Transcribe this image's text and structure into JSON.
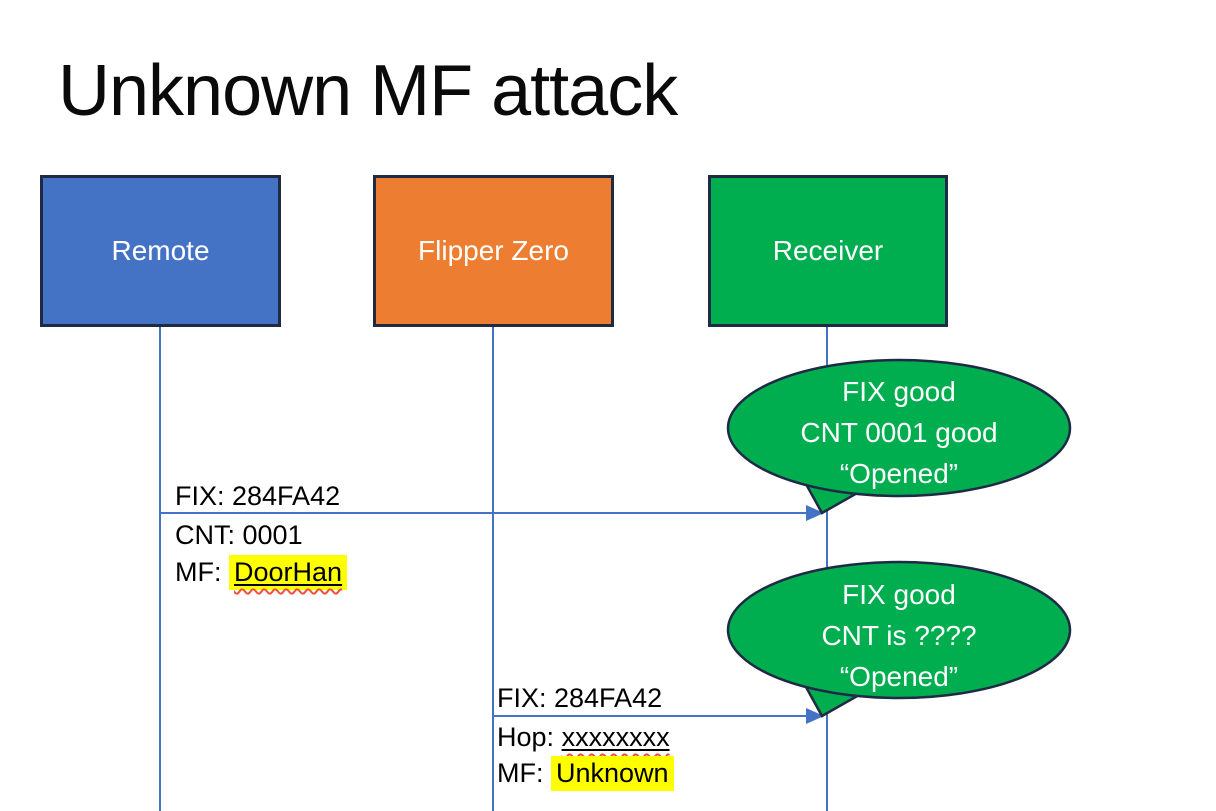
{
  "slide": {
    "title": "Unknown MF attack"
  },
  "actors": [
    {
      "label": "Remote"
    },
    {
      "label": "Flipper Zero"
    },
    {
      "label": "Receiver"
    }
  ],
  "messages": [
    {
      "fix_label": "FIX: 284FA42",
      "line2_label": "CNT:",
      "line2_value": "0001",
      "line3_label": "MF:",
      "line3_value": "DoorHan"
    },
    {
      "fix_label": "FIX: 284FA42",
      "line2_label": "Hop:",
      "line2_value": "xxxxxxxx",
      "line3_label": "MF:",
      "line3_value": "Unknown"
    }
  ],
  "callouts": [
    {
      "line1": "FIX good",
      "line2": "CNT 0001 good",
      "line3": "“Opened”"
    },
    {
      "line1": "FIX good",
      "line2": "CNT is ????",
      "line3": "“Opened”"
    }
  ],
  "colors": {
    "blue": "#4472C4",
    "orange": "#ED7D31",
    "green": "#00AE50",
    "outline": "#1F2A44",
    "line": "#4472C4",
    "highlight": "#FFFF00",
    "squiggle": "#F0503C",
    "text_light": "#FFFFFF",
    "text_dark": "#000000"
  }
}
